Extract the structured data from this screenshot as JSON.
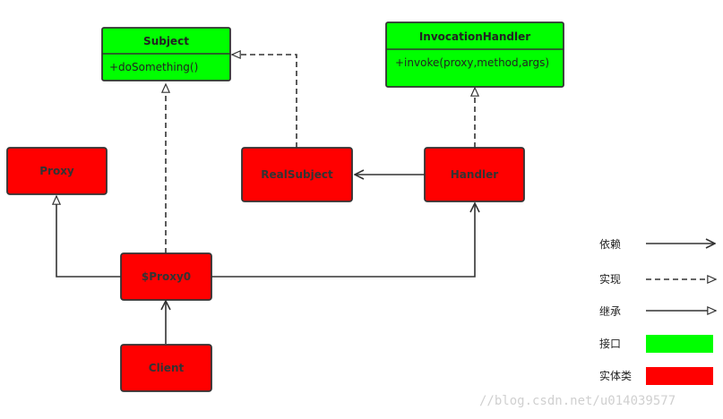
{
  "colors": {
    "interface_fill": "#00ff00",
    "entity_fill": "#ff0000",
    "stroke": "#333333",
    "line": "#333333",
    "watermark": "#d0d0d0"
  },
  "nodes": {
    "subject": {
      "title": "Subject",
      "member": "+doSomething()"
    },
    "invocation_handler": {
      "title": "InvocationHandler",
      "member": "+invoke(proxy,method,args)"
    },
    "proxy": {
      "label": "Proxy"
    },
    "real_subject": {
      "label": "RealSubject"
    },
    "handler": {
      "label": "Handler"
    },
    "proxy0": {
      "label": "$Proxy0"
    },
    "client": {
      "label": "Client"
    }
  },
  "legend": {
    "dependency": "依赖",
    "realization": "实现",
    "inheritance": "继承",
    "interface": "接口",
    "entity_class": "实体类"
  },
  "watermark": "//blog.csdn.net/u014039577"
}
